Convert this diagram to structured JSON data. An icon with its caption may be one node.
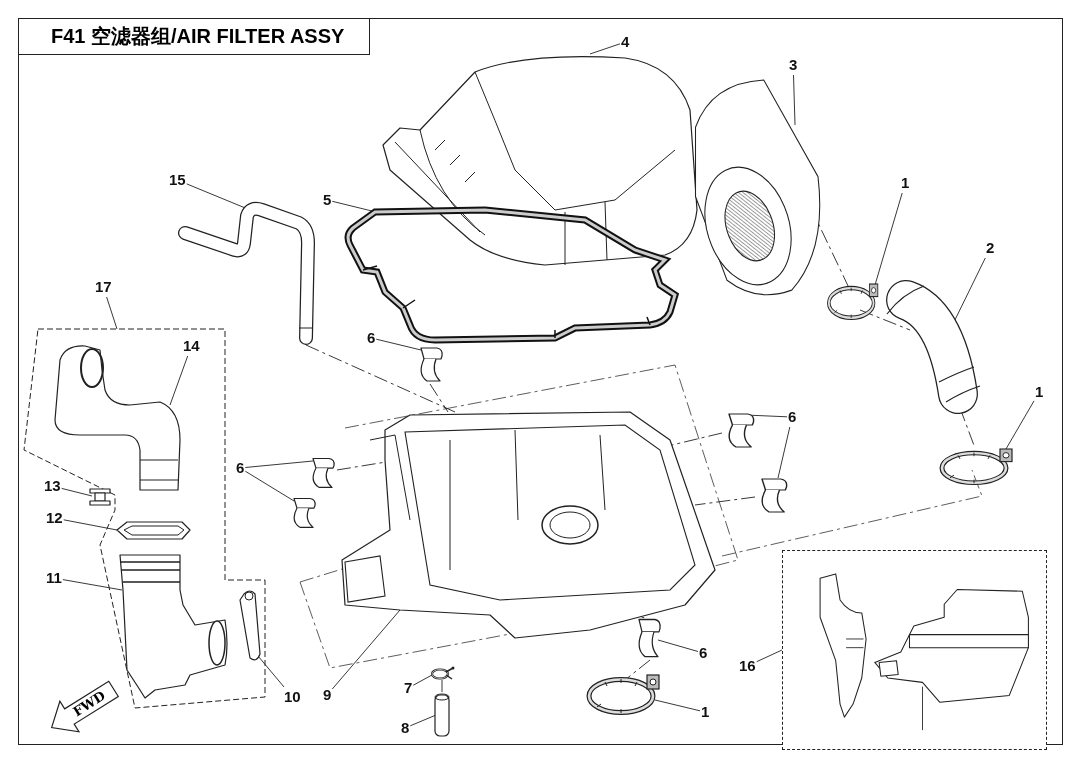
{
  "diagram": {
    "title": "F41 空滤器组/AIR FILTER ASSY",
    "nodes": [
      {
        "text": [
          "4"
        ]
      },
      {
        "text": [],
        "shape": "picture"
      },
      {
        "text": [
          "3"
        ]
      },
      {
        "text": [],
        "shape": "picture"
      },
      {
        "text": [
          "15"
        ]
      },
      {
        "text": [],
        "shape": "picture"
      },
      {
        "text": [
          "5"
        ]
      },
      {
        "text": [],
        "shape": "picture"
      },
      {
        "text": [
          "1"
        ]
      },
      {
        "text": [],
        "shape": "picture"
      },
      {
        "text": [
          "2"
        ]
      },
      {
        "text": [],
        "shape": "picture"
      },
      {
        "text": [
          "17"
        ]
      },
      {
        "text": [],
        "shape": "box"
      },
      {
        "text": [
          "14"
        ],
        "in": 13
      },
      {
        "text": [],
        "shape": "picture",
        "in": 13
      },
      {
        "text": [
          "13"
        ]
      },
      {
        "text": [],
        "shape": "picture",
        "in": 13
      },
      {
        "text": [
          "12"
        ]
      },
      {
        "text": [],
        "shape": "picture",
        "in": 13
      },
      {
        "text": [
          "11"
        ]
      },
      {
        "text": [],
        "shape": "picture",
        "in": 13
      },
      {
        "text": [
          "10"
        ]
      },
      {
        "text": [],
        "shape": "picture",
        "in": 13
      },
      {
        "text": [
          "6"
        ]
      },
      {
        "text": [],
        "shape": "picture"
      },
      {
        "text": [
          "6"
        ]
      },
      {
        "text": [],
        "shape": "picture"
      },
      {
        "text": [],
        "shape": "picture"
      },
      {
        "text": [
          "6"
        ]
      },
      {
        "text": [],
        "shape": "picture"
      },
      {
        "text": [],
        "shape": "picture"
      },
      {
        "text": [],
        "shape": "picture"
      },
      {
        "text": [
          "9"
        ]
      },
      {
        "text": [
          "7"
        ]
      },
      {
        "text": [],
        "shape": "circle"
      },
      {
        "text": [
          "8"
        ]
      },
      {
        "text": [],
        "shape": "picture"
      },
      {
        "text": [
          "6"
        ]
      },
      {
        "text": [],
        "shape": "picture"
      },
      {
        "text": [
          "1"
        ]
      },
      {
        "text": [],
        "shape": "picture"
      },
      {
        "text": [
          "1"
        ]
      },
      {
        "text": [],
        "shape": "picture"
      },
      {
        "text": [
          "16"
        ]
      },
      {
        "text": [],
        "shape": "box"
      }
    ],
    "edges": [
      {
        "from": 0,
        "to": 1,
        "arrow": "none"
      },
      {
        "from": 2,
        "to": 3,
        "arrow": "none"
      },
      {
        "from": 4,
        "to": 5,
        "arrow": "none"
      },
      {
        "from": 6,
        "to": 7,
        "arrow": "none"
      },
      {
        "from": 8,
        "to": 9,
        "arrow": "none"
      },
      {
        "from": 10,
        "to": 11,
        "arrow": "none"
      },
      {
        "from": 12,
        "to": 13,
        "arrow": "none"
      },
      {
        "from": 14,
        "to": 15,
        "arrow": "none"
      },
      {
        "from": 16,
        "to": 17,
        "arrow": "none"
      },
      {
        "from": 18,
        "to": 19,
        "arrow": "none"
      },
      {
        "from": 20,
        "to": 21,
        "arrow": "none"
      },
      {
        "from": 22,
        "to": 23,
        "arrow": "none"
      },
      {
        "from": 24,
        "to": 25,
        "arrow": "none"
      },
      {
        "from": 26,
        "to": 27,
        "arrow": "none"
      },
      {
        "from": 26,
        "to": 28,
        "arrow": "none"
      },
      {
        "from": 29,
        "to": 30,
        "arrow": "none"
      },
      {
        "from": 29,
        "to": 31,
        "arrow": "none"
      },
      {
        "from": 33,
        "to": 32,
        "arrow": "none"
      },
      {
        "from": 34,
        "to": 35,
        "arrow": "none"
      },
      {
        "from": 36,
        "to": 37,
        "arrow": "none"
      },
      {
        "from": 38,
        "to": 39,
        "arrow": "none"
      },
      {
        "from": 40,
        "to": 41,
        "arrow": "none"
      },
      {
        "from": 42,
        "to": 43,
        "arrow": "none"
      },
      {
        "from": 44,
        "to": 45,
        "arrow": "none"
      },
      {
        "from": 5,
        "to": 32,
        "arrow": "none",
        "style": "dashed"
      },
      {
        "from": 25,
        "to": 32,
        "arrow": "none",
        "style": "dashed"
      },
      {
        "from": 27,
        "to": 32,
        "arrow": "none",
        "style": "dashed"
      },
      {
        "from": 28,
        "to": 32,
        "arrow": "none",
        "style": "dashed"
      },
      {
        "from": 30,
        "to": 32,
        "arrow": "none",
        "style": "dashed"
      },
      {
        "from": 32,
        "to": 39,
        "arrow": "none",
        "style": "dashed"
      },
      {
        "from": 35,
        "to": 37,
        "arrow": "none",
        "style": "dashed"
      },
      {
        "from": 11,
        "to": 43,
        "arrow": "none",
        "style": "dashed"
      },
      {
        "from": 3,
        "to": 9,
        "arrow": "none",
        "style": "dashed"
      },
      {
        "from": 9,
        "to": 11,
        "arrow": "none",
        "style": "dashed"
      },
      {
        "from": 39,
        "to": 41,
        "arrow": "none",
        "style": "dashed"
      }
    ],
    "labels": [
      "FWD"
    ]
  }
}
